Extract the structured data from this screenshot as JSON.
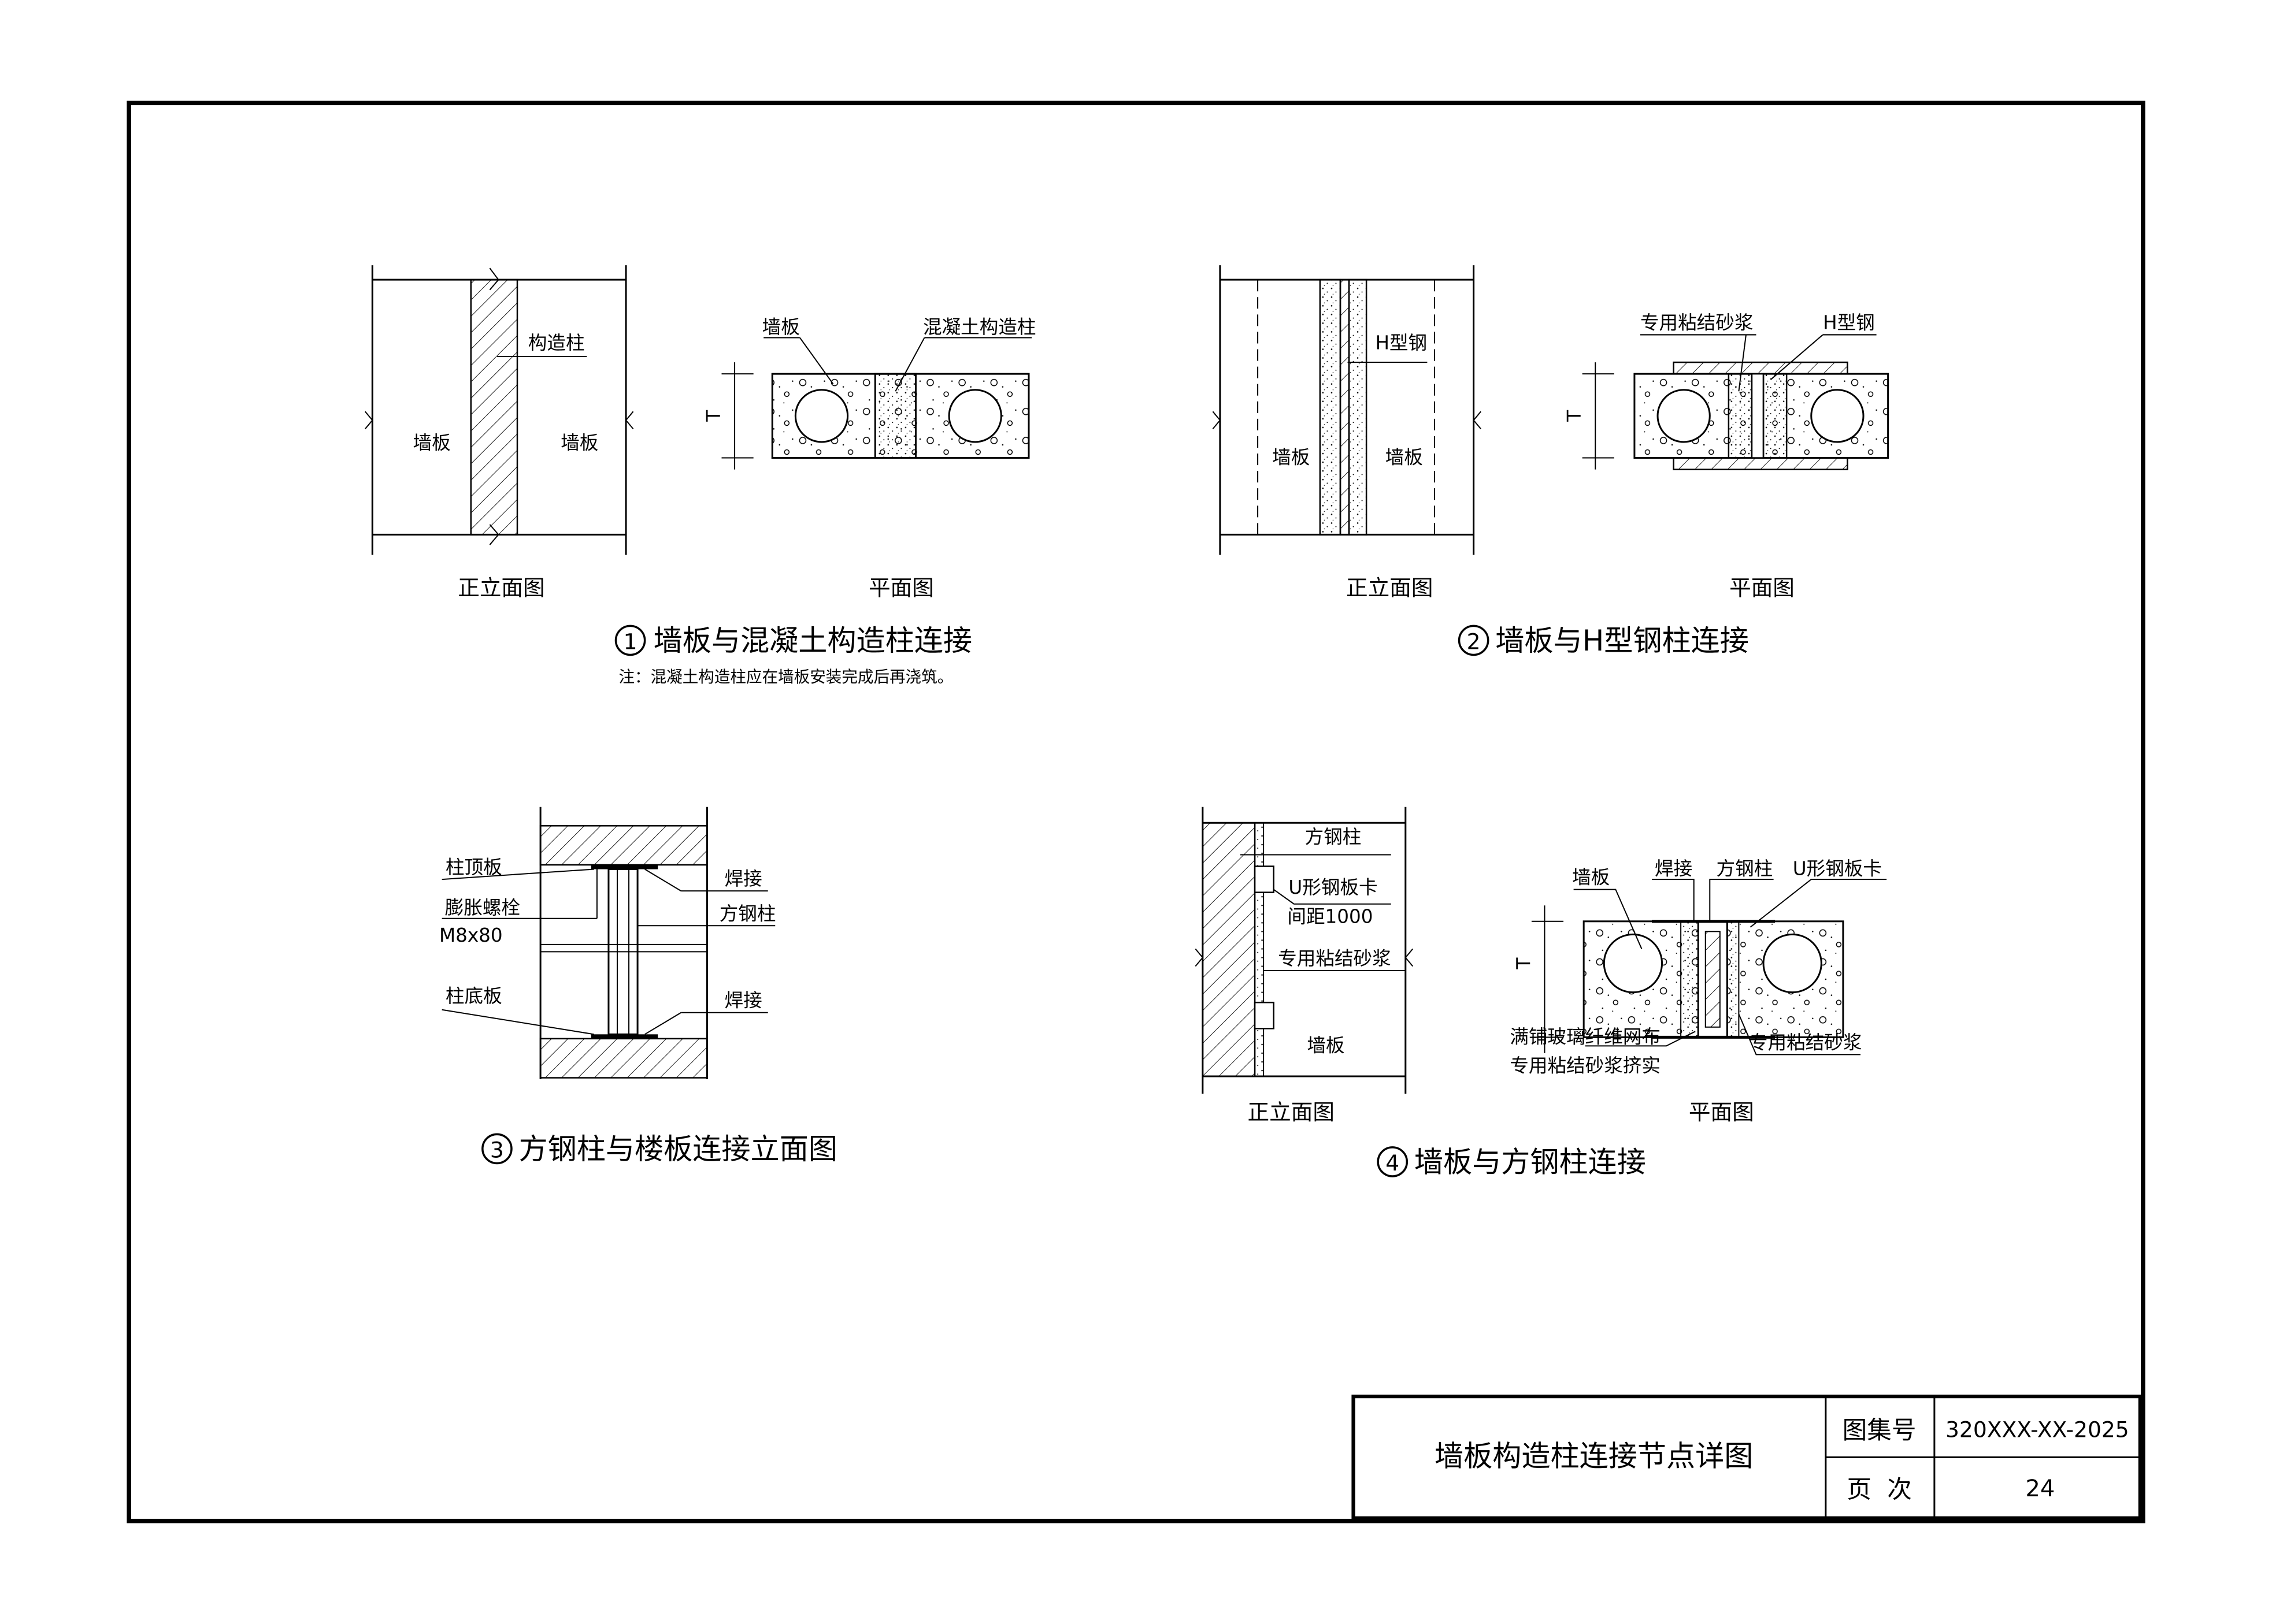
{
  "title_block": {
    "drawing_title": "墙板构造柱连接节点详图",
    "atlas_no_label": "图集号",
    "atlas_no": "320XXX-XX-2025",
    "page_label": "页  次",
    "page_no": "24"
  },
  "detail1": {
    "number": "1",
    "title": "墙板与混凝土构造柱连接",
    "note": "注：混凝土构造柱应在墙板安装完成后再浇筑。",
    "elevation": {
      "caption": "正立面图",
      "wall_left": "墙板",
      "wall_right": "墙板",
      "column": "构造柱"
    },
    "plan": {
      "caption": "平面图",
      "wall": "墙板",
      "column": "混凝土构造柱",
      "dim": "T"
    }
  },
  "detail2": {
    "number": "2",
    "title": "墙板与H型钢柱连接",
    "elevation": {
      "caption": "正立面图",
      "wall_left": "墙板",
      "wall_right": "墙板",
      "steel": "H型钢"
    },
    "plan": {
      "caption": "平面图",
      "mortar": "专用粘结砂浆",
      "steel": "H型钢",
      "dim": "T"
    }
  },
  "detail3": {
    "number": "3",
    "title": "方钢柱与楼板连接立面图",
    "labels": {
      "top_plate": "柱顶板",
      "bolt": "膨胀螺栓",
      "bolt_spec": "M8x80",
      "bottom_plate": "柱底板",
      "weld_top": "焊接",
      "column": "方钢柱",
      "weld_bottom": "焊接"
    }
  },
  "detail4": {
    "number": "4",
    "title": "墙板与方钢柱连接",
    "elevation": {
      "caption": "正立面图",
      "column": "方钢柱",
      "clip": "U形钢板卡",
      "spacing": "间距1000",
      "mortar": "专用粘结砂浆",
      "wall": "墙板"
    },
    "plan": {
      "caption": "平面图",
      "wall": "墙板",
      "weld": "焊接",
      "column": "方钢柱",
      "clip": "U形钢板卡",
      "mesh": "满铺玻璃纤维网布",
      "mesh2": "专用粘结砂浆挤实",
      "mortar": "专用粘结砂浆",
      "dim": "T"
    }
  }
}
